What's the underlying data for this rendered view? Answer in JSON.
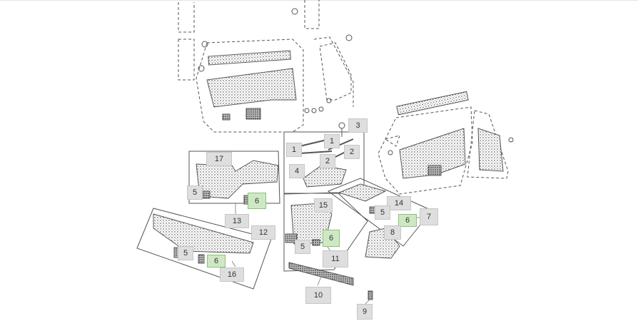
{
  "callouts": [
    {
      "id": "c3",
      "label": "3",
      "highlight": false
    },
    {
      "id": "c1a",
      "label": "1",
      "highlight": false
    },
    {
      "id": "c1b",
      "label": "1",
      "highlight": false
    },
    {
      "id": "c2a",
      "label": "2",
      "highlight": false
    },
    {
      "id": "c2b",
      "label": "2",
      "highlight": false
    },
    {
      "id": "c4",
      "label": "4",
      "highlight": false
    },
    {
      "id": "c17",
      "label": "17",
      "highlight": false
    },
    {
      "id": "c5a",
      "label": "5",
      "highlight": false
    },
    {
      "id": "c6a",
      "label": "6",
      "highlight": true
    },
    {
      "id": "c13",
      "label": "13",
      "highlight": false
    },
    {
      "id": "c12",
      "label": "12",
      "highlight": false
    },
    {
      "id": "c5b",
      "label": "5",
      "highlight": false
    },
    {
      "id": "c6b",
      "label": "6",
      "highlight": true
    },
    {
      "id": "c16",
      "label": "16",
      "highlight": false
    },
    {
      "id": "c15",
      "label": "15",
      "highlight": false
    },
    {
      "id": "c14",
      "label": "14",
      "highlight": false
    },
    {
      "id": "c5c",
      "label": "5",
      "highlight": false
    },
    {
      "id": "c6c",
      "label": "6",
      "highlight": true
    },
    {
      "id": "c7",
      "label": "7",
      "highlight": false
    },
    {
      "id": "c8",
      "label": "8",
      "highlight": false
    },
    {
      "id": "c6d",
      "label": "6",
      "highlight": true
    },
    {
      "id": "c5d",
      "label": "5",
      "highlight": false
    },
    {
      "id": "c11",
      "label": "11",
      "highlight": false
    },
    {
      "id": "c10",
      "label": "10",
      "highlight": false
    },
    {
      "id": "c9",
      "label": "9",
      "highlight": false
    }
  ]
}
